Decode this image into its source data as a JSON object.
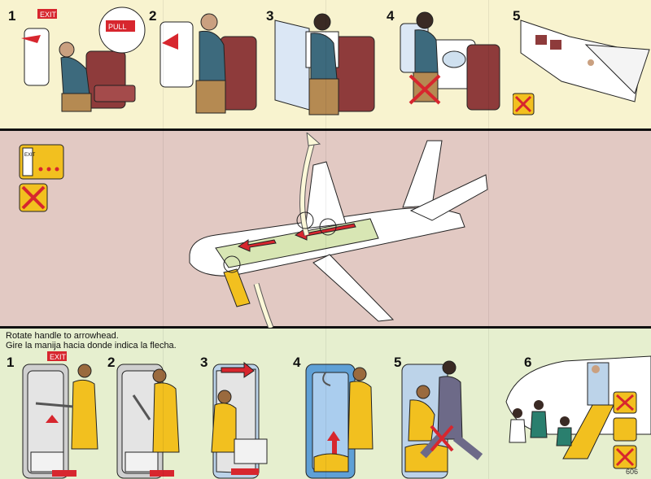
{
  "top_steps": [
    "1",
    "2",
    "3",
    "4",
    "5"
  ],
  "bottom_steps": [
    "1",
    "2",
    "3",
    "4",
    "5",
    "6"
  ],
  "labels": {
    "exit_sign": "EXIT",
    "pull_sign": "PULL",
    "exit_floor": "EXIT",
    "exit_bottom": "EXIT"
  },
  "caption": {
    "line1": "Rotate handle to arrowhead.",
    "line2": "Gire la manija hacia donde indica la flecha."
  },
  "card_number": "606",
  "colors": {
    "top_band": "#f8f3cf",
    "middle_band": "#e2c9c3",
    "bottom_band": "#e6efcf",
    "arrow_red": "#d7262e",
    "slide_yellow": "#f2c01f",
    "seat_maroon": "#8e3b3b"
  }
}
